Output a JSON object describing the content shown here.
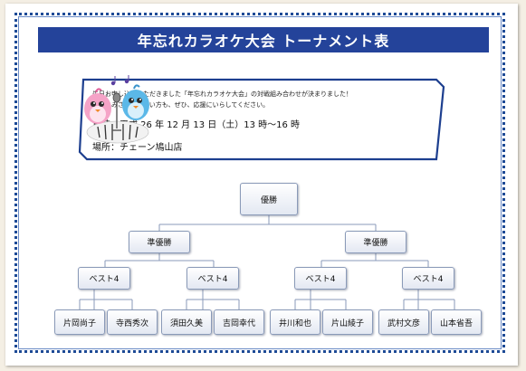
{
  "title": "年忘れカラオケ大会 トーナメント表",
  "notice": {
    "line1": "先日お申し込みいただきました「年忘れカラオケ大会」の対戦組み合わせが決まりました！",
    "line2": "お申込みされていない方も、ぜひ、応援にいらしてください。",
    "date": "日時：平成 26 年 12 月 13 日（土）13 時～16 時",
    "place": "場所：チェーン鳩山店"
  },
  "tournament": {
    "final": "優勝",
    "semifinal": [
      "準優勝",
      "準優勝"
    ],
    "best4": [
      "ベスト4",
      "ベスト4",
      "ベスト4",
      "ベスト4"
    ],
    "players": [
      "片岡尚子",
      "寺西秀次",
      "須田久美",
      "吉岡幸代",
      "井川和也",
      "片山綾子",
      "武村文彦",
      "山本省吾"
    ]
  },
  "colors": {
    "title_bg": "#24439a",
    "frame": "#1d4a96",
    "node_border": "#8a9ab8",
    "connector": "#8a9ab8"
  },
  "icons": [
    "karaoke-mascot-icon",
    "music-note-icon",
    "microphone-icon"
  ]
}
